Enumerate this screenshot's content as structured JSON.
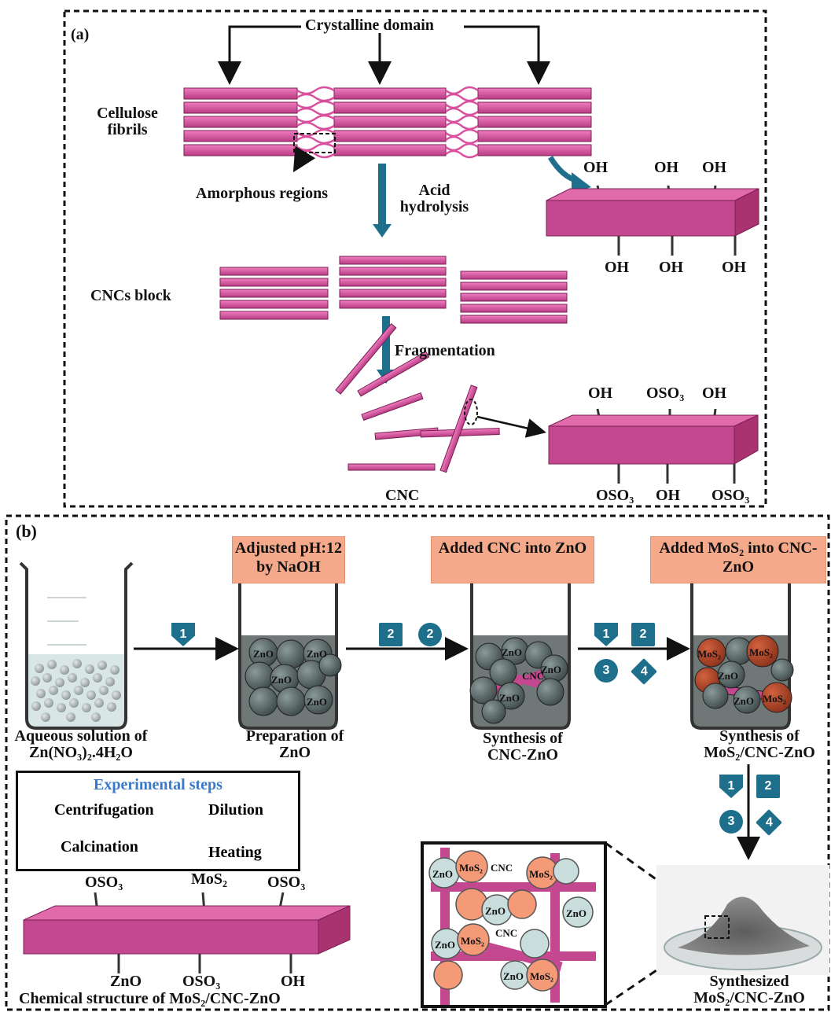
{
  "panel_a": {
    "label": "(a)",
    "crystalline_domain": "Crystalline domain",
    "cellulose_fibrils": "Cellulose fibrils",
    "amorphous_regions": "Amorphous regions",
    "acid_hydrolysis": "Acid hydrolysis",
    "cncs_block": "CNCs block",
    "fragmentation": "Fragmentation",
    "cnc": "CNC",
    "top_block_groups_top": [
      "OH",
      "OH",
      "OH"
    ],
    "top_block_groups_bottom": [
      "OH",
      "OH",
      "OH"
    ],
    "bottom_block_groups_top": [
      "OH",
      "OSO₃",
      "OH"
    ],
    "bottom_block_groups_bottom": [
      "OSO₃",
      "OH",
      "OSO₃"
    ]
  },
  "panel_b": {
    "label": "(b)",
    "notes": [
      "Adjusted pH:12 by NaOH",
      "Added CNC into ZnO",
      "Added MoS₂ into CNC-ZnO"
    ],
    "beaker_captions": [
      "Aqueous solution of Zn(NO₃)₂.4H₂O",
      "Preparation of ZnO",
      "Synthesis of CNC-ZnO",
      "Synthesis of MoS₂/CNC-ZnO"
    ],
    "legend": {
      "title": "Experimental steps",
      "items": [
        "Centrifugation",
        "Dilution",
        "Calcination",
        "Heating"
      ]
    },
    "step_numbers": [
      "1",
      "2",
      "3",
      "4"
    ],
    "particle_labels": {
      "zno": "ZnO",
      "mos2": "MoS₂",
      "cnc": "CNC"
    },
    "chem_structure": {
      "top": [
        "OSO₃",
        "MoS₂",
        "OSO₃"
      ],
      "bottom": [
        "ZnO",
        "OSO₃",
        "OH"
      ],
      "caption": "Chemical structure of MoS₂/CNC-ZnO"
    },
    "product_caption": "Synthesized MoS₂/CNC-ZnO"
  },
  "colors": {
    "magenta": "#c4488f",
    "magenta_light": "#e46db0",
    "teal": "#1e6f8c",
    "note": "#f4a98a",
    "zno": "#4d5b5b",
    "mos2": "#a8402a"
  }
}
